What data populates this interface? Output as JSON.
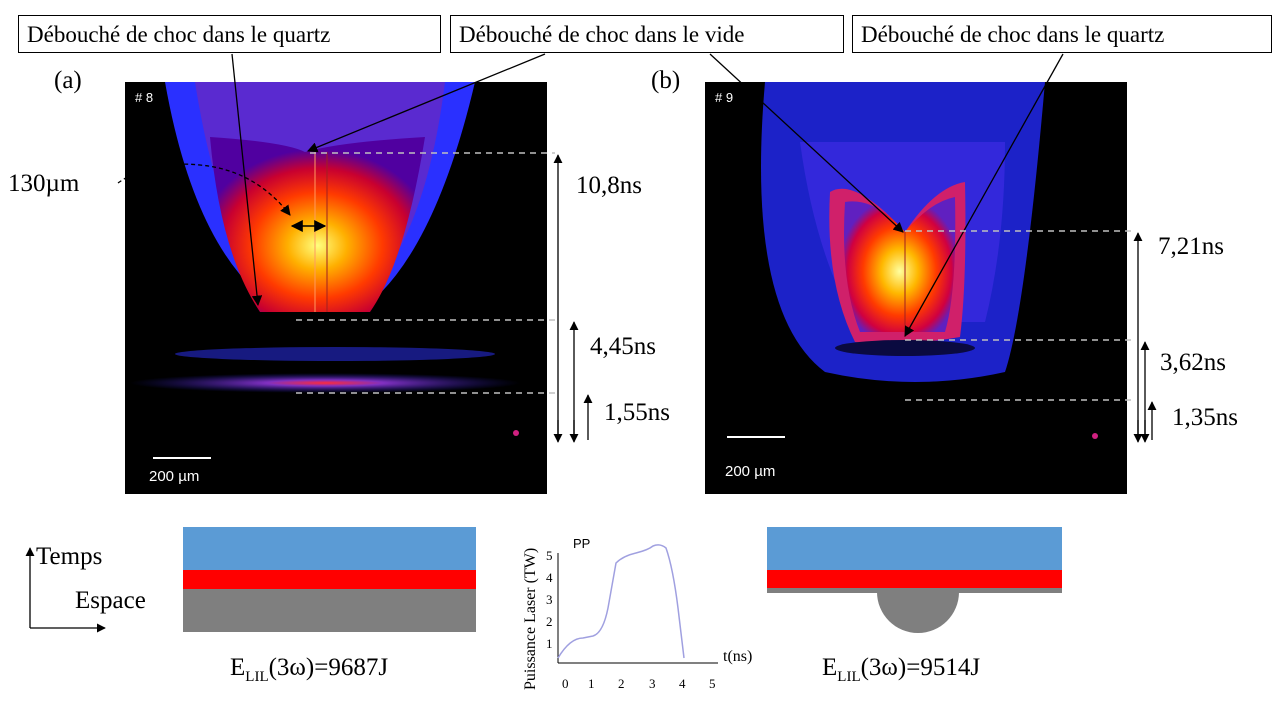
{
  "callouts": {
    "left": "Débouché de choc dans le quartz",
    "middle": "Débouché de choc dans le vide",
    "right": "Débouché de choc dans le quartz"
  },
  "panel_a": {
    "label": "(a)",
    "shot": "# 8",
    "scalebar": "200 µm",
    "width_annotation": "130µm",
    "durations": [
      "10,8ns",
      "4,45ns",
      "1,55ns"
    ],
    "energy_prefix": "E",
    "energy_sub": "LIL",
    "energy_rest": "(3ω)=9687J"
  },
  "panel_b": {
    "label": "(b)",
    "shot": "# 9",
    "scalebar": "200 µm",
    "durations": [
      "7,21ns",
      "3,62ns",
      "1,35ns"
    ],
    "energy_prefix": "E",
    "energy_sub": "LIL",
    "energy_rest": "(3ω)=9514J"
  },
  "axes_legend": {
    "time": "Temps",
    "space": "Espace"
  },
  "target_colors": {
    "ablator": "#5b9bd5",
    "red_layer": "#ff0000",
    "quartz": "#7f7f7f"
  },
  "laser_pulse": {
    "ylabel": "Puissance Laser  (TW)",
    "xlabel": "t(ns)",
    "legend": "PP",
    "x_ticks": [
      "0",
      "1",
      "2",
      "3",
      "4",
      "5"
    ],
    "y_ticks": [
      "1",
      "2",
      "3",
      "4",
      "5"
    ]
  }
}
